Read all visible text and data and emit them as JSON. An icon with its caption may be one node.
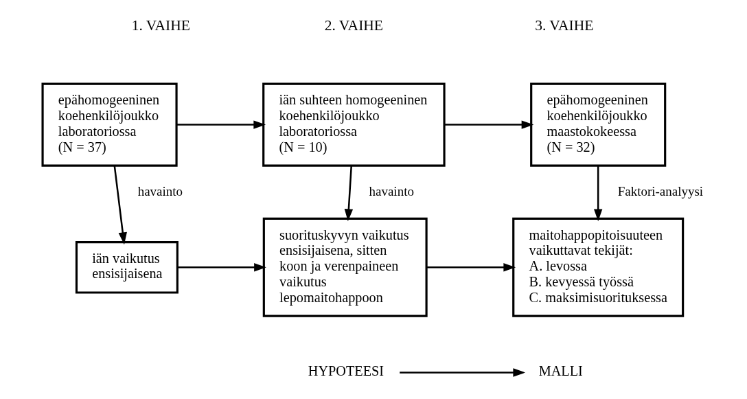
{
  "diagram": {
    "nodes": [
      {
        "text": [
          "epähomogeeninen koehenkilöjoukko laboratoriossa",
          "(N = 37)"
        ]
      },
      {
        "text": [
          "iän suhteen homogeeninen koehenkilöjoukko laboratoriossa",
          "(N = 10)"
        ]
      },
      {
        "text": [
          "epähomogeeninen koehenkilöjoukko maastokokeessa",
          "(N = 32)"
        ]
      },
      {
        "text": [
          "iän vaikutus ensisijaisena"
        ]
      },
      {
        "text": [
          "suorituskyvyn vaikutus ensisijaisena, sitten koon ja verenpaineen vaikutus lepomaitohappoon"
        ]
      },
      {
        "text": [
          "maitohappopitoisuuteen vaikuttavat tekijät:",
          "A. levossa",
          "B. kevyessä työssä",
          "C. maksimisuorituksessa"
        ]
      },
      {
        "text": [
          "HYPOTEESI"
        ]
      },
      {
        "text": [
          "MALLI"
        ]
      }
    ],
    "edges": [
      {
        "from": 0,
        "to": 1,
        "arrow": "to"
      },
      {
        "from": 1,
        "to": 2,
        "arrow": "to"
      },
      {
        "from": 0,
        "to": 3,
        "arrow": "to",
        "label": "havainto"
      },
      {
        "from": 1,
        "to": 4,
        "arrow": "to",
        "label": "havainto"
      },
      {
        "from": 2,
        "to": 5,
        "arrow": "to",
        "label": "Faktori-analyysi"
      },
      {
        "from": 3,
        "to": 4,
        "arrow": "to"
      },
      {
        "from": 4,
        "to": 5,
        "arrow": "to"
      },
      {
        "from": 6,
        "to": 7,
        "arrow": "to"
      }
    ],
    "labels": [
      "1. VAIHE",
      "2. VAIHE",
      "3. VAIHE"
    ]
  }
}
